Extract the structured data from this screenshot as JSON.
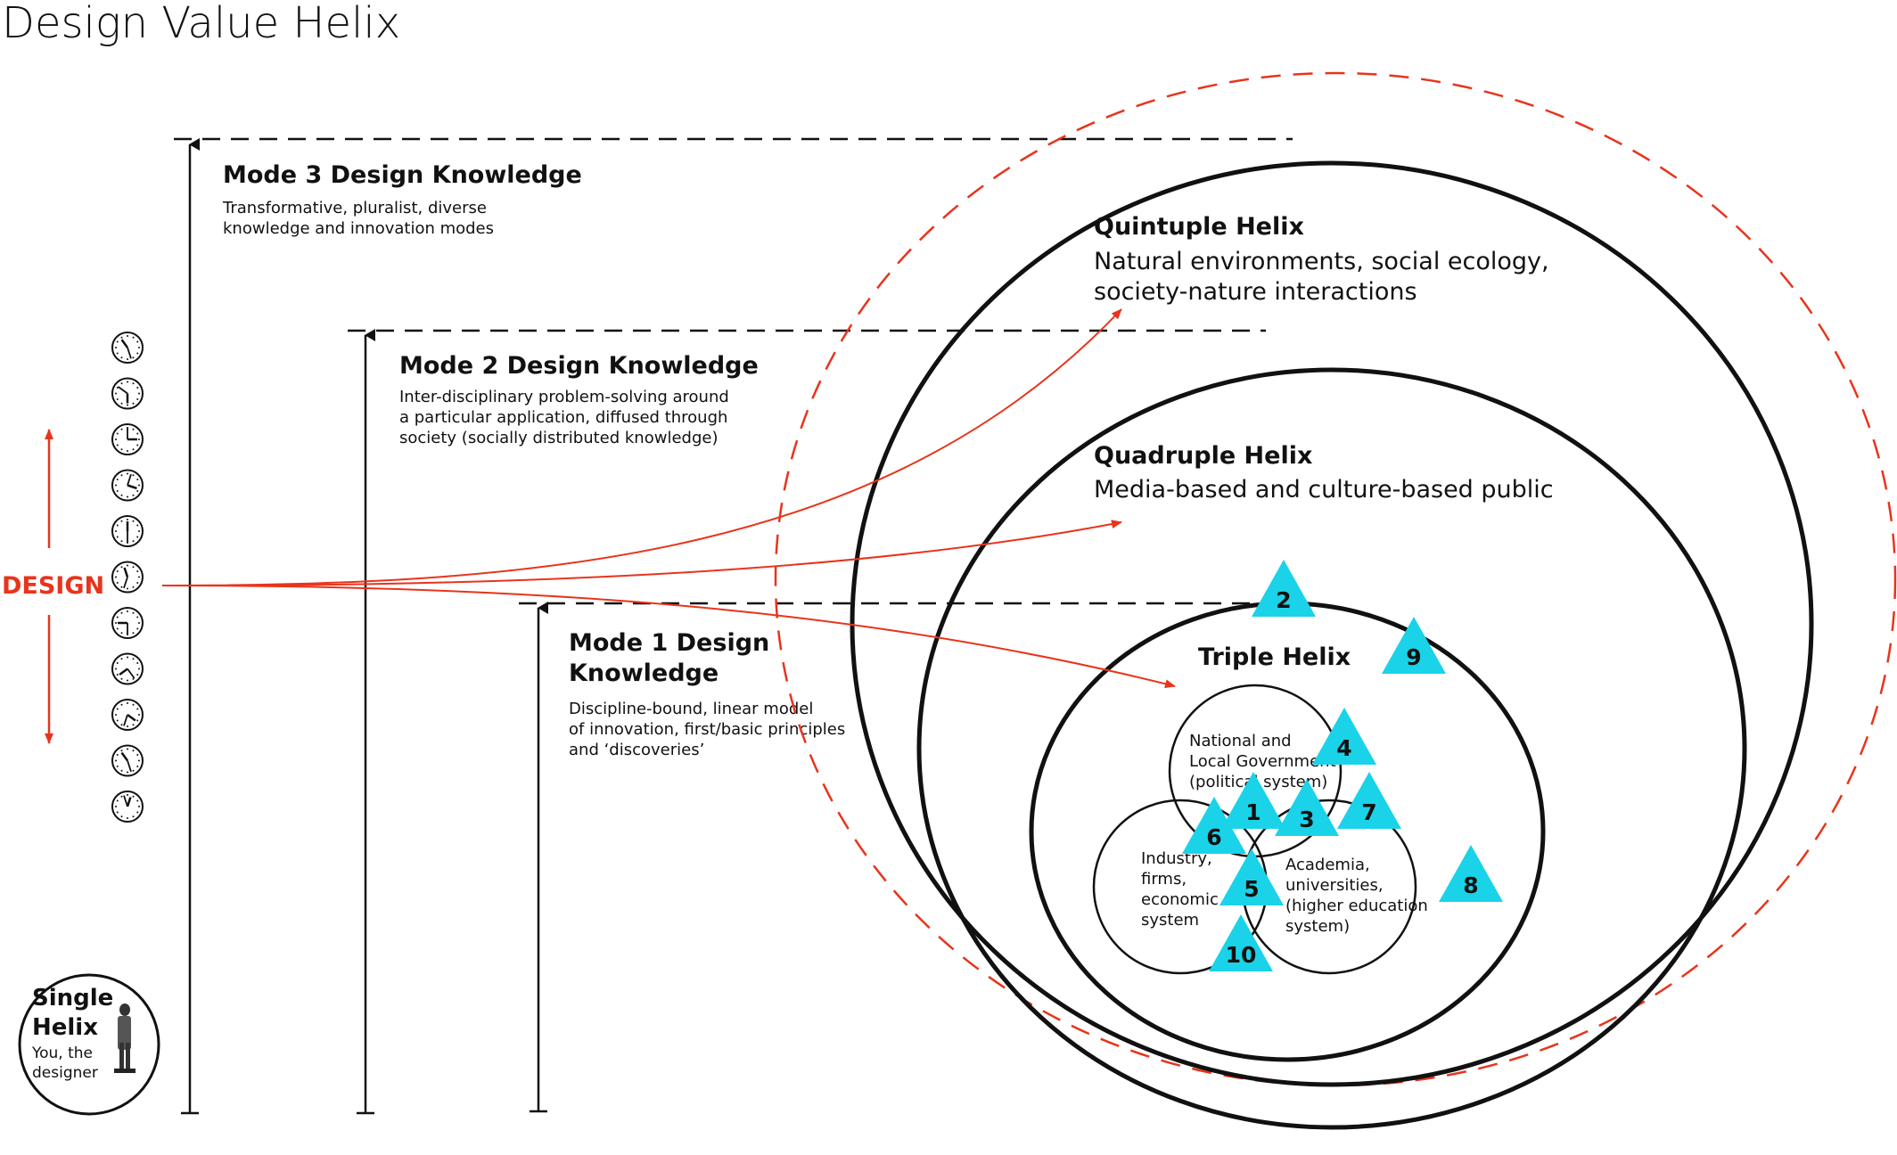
{
  "title": "Design Value Helix",
  "design_label": "DESIGN",
  "modes": {
    "mode3": {
      "title": "Mode 3 Design Knowledge",
      "lines": [
        "Transformative, pluralist, diverse",
        "knowledge and innovation modes"
      ]
    },
    "mode2": {
      "title": "Mode 2 Design Knowledge",
      "lines": [
        "Inter-disciplinary problem-solving around",
        "a particular application, diffused through",
        "society (socially distributed knowledge)"
      ]
    },
    "mode1": {
      "title_lines": [
        "Mode 1 Design",
        "Knowledge"
      ],
      "lines": [
        "Discipline-bound, linear model",
        "of innovation, first/basic principles",
        "and ‘discoveries’"
      ]
    }
  },
  "helices": {
    "quintuple": {
      "title": "Quintuple Helix",
      "lines": [
        "Natural environments, social ecology,",
        "society-nature interactions"
      ]
    },
    "quadruple": {
      "title": "Quadruple Helix",
      "lines": [
        "Media-based and culture-based public"
      ]
    },
    "triple": {
      "title": "Triple Helix"
    }
  },
  "venn": {
    "government": [
      "National and",
      "Local Government",
      "(political system)"
    ],
    "industry": [
      "Industry,",
      "firms,",
      "economic",
      "system"
    ],
    "academia": [
      "Academia,",
      "universities,",
      "(higher education",
      "system)"
    ]
  },
  "single_helix": {
    "title_lines": [
      "Single",
      "Helix"
    ],
    "lines": [
      "You, the",
      "designer"
    ]
  },
  "triangles": [
    "1",
    "2",
    "3",
    "4",
    "5",
    "6",
    "7",
    "8",
    "9",
    "10"
  ],
  "colors": {
    "accent": "#e8341c",
    "triangle": "#1ad3e8",
    "line": "#111111"
  },
  "icons": {
    "clock": "clock-icon",
    "person": "designer-figure-icon"
  }
}
